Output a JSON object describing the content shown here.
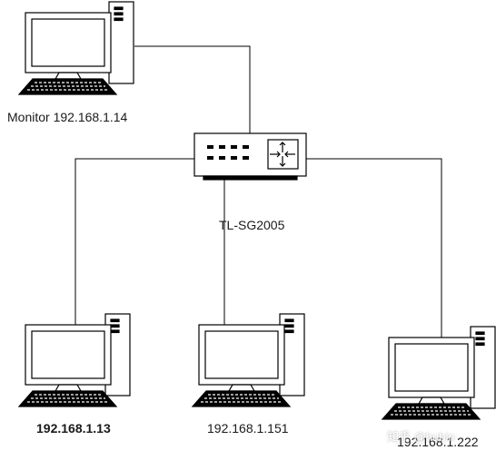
{
  "network": {
    "switch": {
      "label": "TL-SG2005"
    },
    "monitor": {
      "label": "Monitor 192.168.1.14"
    },
    "hosts": [
      {
        "label": "192.168.1.13"
      },
      {
        "label": "192.168.1.151"
      },
      {
        "label": "192.168.1.222"
      }
    ]
  },
  "watermark": "知乎 @hubin",
  "colors": {
    "line": "#000000",
    "device_fill": "#ffffff"
  }
}
